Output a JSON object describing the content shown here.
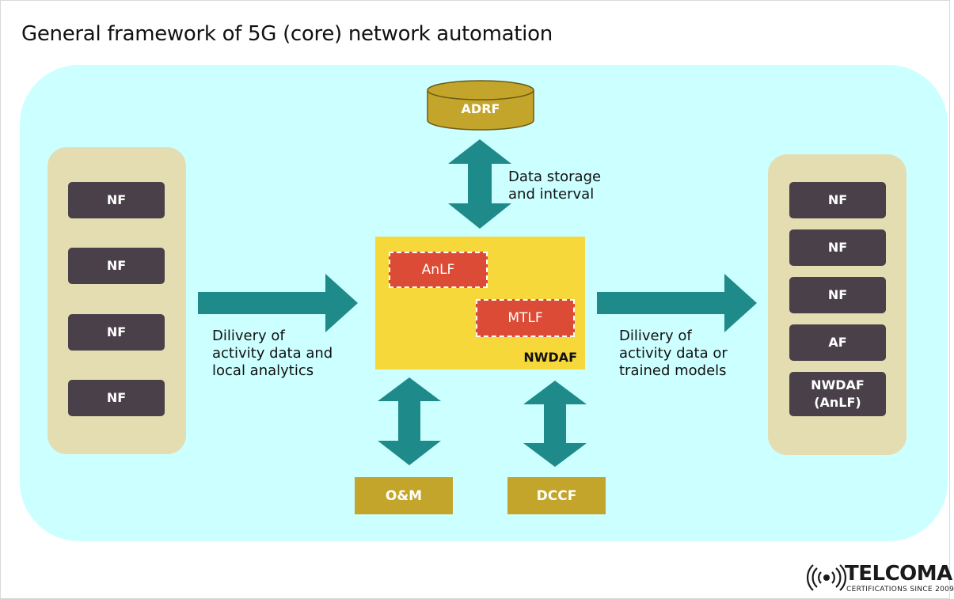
{
  "title": "General framework of 5G (core) network automation",
  "left_nfs": [
    "NF",
    "NF",
    "NF",
    "NF"
  ],
  "right_nfs": [
    "NF",
    "NF",
    "NF",
    "AF",
    "NWDAF\n(AnLF)"
  ],
  "adrf": "ADRF",
  "nwdaf": {
    "label": "NWDAF",
    "anlf": "AnLF",
    "mtlf": "MTLF"
  },
  "bottom": {
    "oam": "O&M",
    "dccf": "DCCF"
  },
  "captions": {
    "storage": "Data storage\nand interval",
    "left_delivery": "Dilivery of\nactivity data and\nlocal analytics",
    "right_delivery": "Dilivery of\nactivity data or\ntrained models"
  },
  "logo": {
    "name": "TELCOMA",
    "tagline": "CERTIFICATIONS SINCE 2009"
  },
  "colors": {
    "canvas": "#ccffff",
    "panel": "#e3ddb1",
    "nf": "#4a4049",
    "nwdaf": "#f6d83b",
    "function": "#dc4b35",
    "external": "#c4a52b",
    "arrow": "#1f8a8a"
  }
}
